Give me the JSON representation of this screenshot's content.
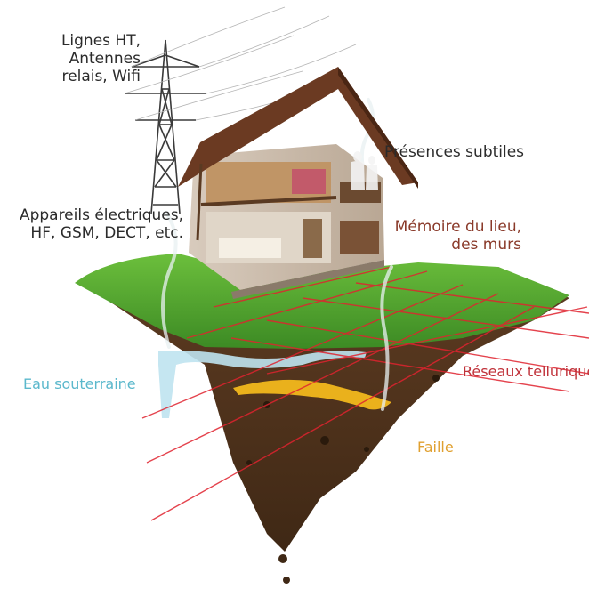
{
  "labels": {
    "power": [
      "Lignes HT,",
      "Antennes",
      "relais, Wifi"
    ],
    "appliances": [
      "Appareils électriques,",
      "HF, GSM, DECT, etc."
    ],
    "presences": "Présences subtiles",
    "memory": [
      "Mémoire du lieu,",
      "des murs"
    ],
    "water": "Eau souterraine",
    "telluric": "Réseaux telluriques",
    "fault": "Faille"
  },
  "colors": {
    "water_label": "#5bb8cc",
    "telluric_label": "#c0323a",
    "fault_label": "#e0a030",
    "grid_line": "#e0232f",
    "grass": "#4a9a2c",
    "soil": "#5a3a22",
    "roof": "#6b3a22"
  },
  "icons": [
    "power-pylon-icon",
    "house-cutaway-icon",
    "ghost-figures-icon",
    "water-stream-icon",
    "fault-crack-icon"
  ]
}
